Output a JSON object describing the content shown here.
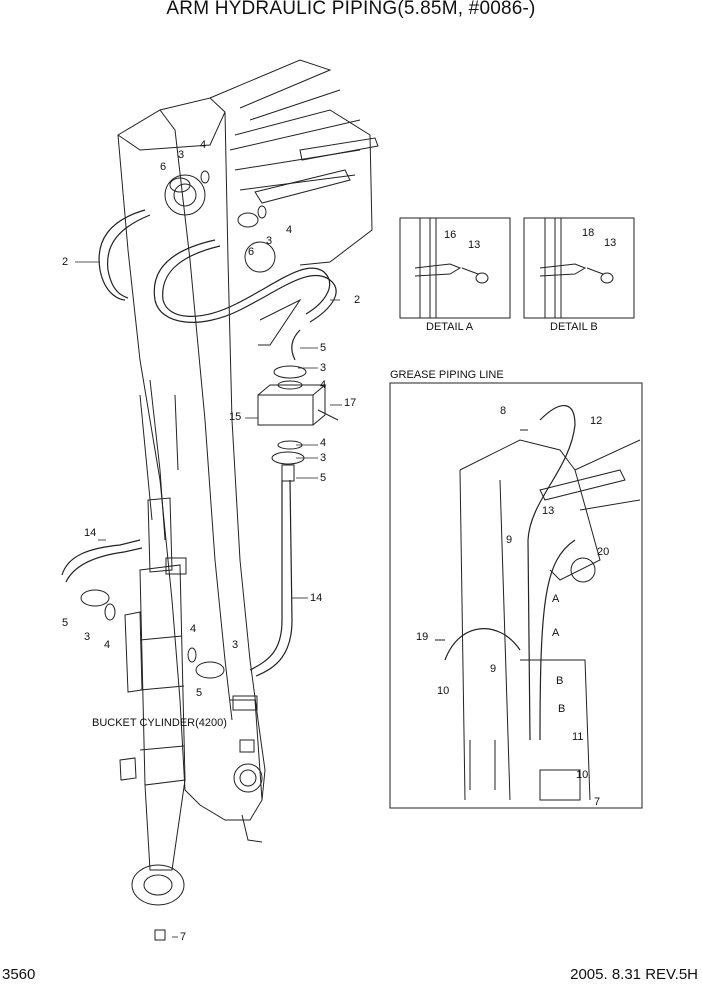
{
  "title": "ARM HYDRAULIC PIPING(5.85M, #0086-)",
  "page_number": "3560",
  "revision": "2005. 8.31 REV.5H",
  "captions": {
    "detail_a": "DETAIL A",
    "detail_b": "DETAIL B",
    "grease_line": "GREASE PIPING LINE",
    "bucket_cylinder": "BUCKET CYLINDER(4200)"
  },
  "part_labels": {
    "main": [
      "6",
      "3",
      "4",
      "4",
      "6",
      "3",
      "2",
      "2",
      "5",
      "3",
      "4",
      "17",
      "15",
      "4",
      "3",
      "5",
      "14",
      "14",
      "5",
      "3",
      "4",
      "4",
      "3",
      "5",
      "7"
    ],
    "detail_a": [
      "16",
      "13"
    ],
    "detail_b": [
      "18",
      "13"
    ],
    "grease": [
      "8",
      "12",
      "13",
      "9",
      "20",
      "A",
      "A",
      "19",
      "9",
      "B",
      "10",
      "B",
      "11",
      "10",
      "7"
    ]
  }
}
